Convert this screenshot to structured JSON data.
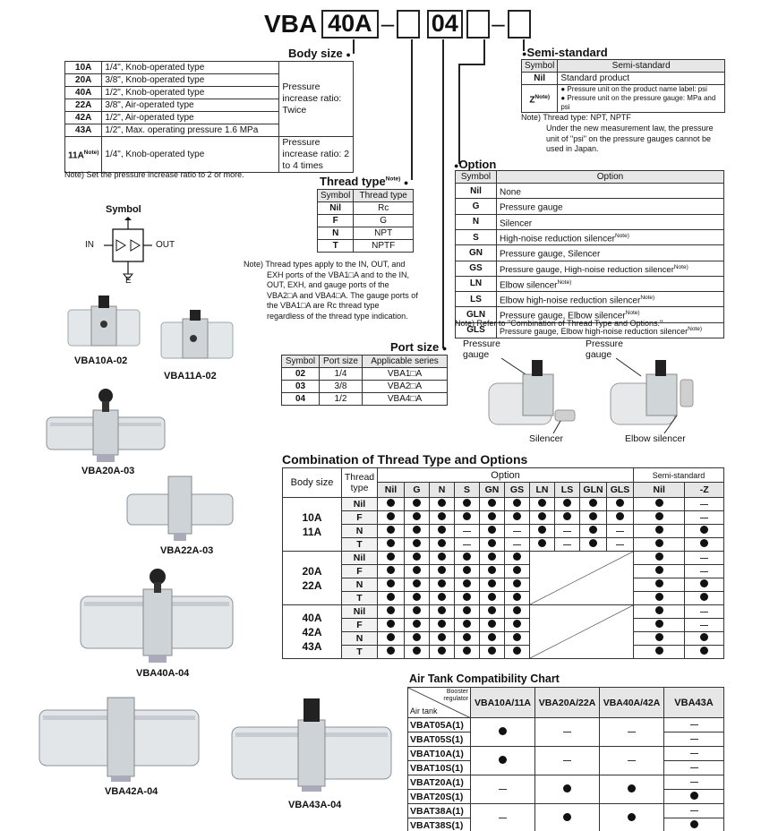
{
  "model_code": {
    "prefix": "VBA",
    "size": "40A",
    "dash1": "–",
    "port": "04",
    "dash2": "–"
  },
  "body_size": {
    "title": "Body size",
    "rows": [
      {
        "code": "10A",
        "desc": "1/4\", Knob-operated type"
      },
      {
        "code": "20A",
        "desc": "3/8\", Knob-operated type"
      },
      {
        "code": "40A",
        "desc": "1/2\", Knob-operated type"
      },
      {
        "code": "22A",
        "desc": "3/8\", Air-operated type"
      },
      {
        "code": "42A",
        "desc": "1/2\", Air-operated type"
      },
      {
        "code": "43A",
        "desc": "1/2\", Max. operating pressure 1.6 MPa"
      },
      {
        "code": "11A",
        "code_note": "Note)",
        "desc": "1/4\", Knob-operated type"
      }
    ],
    "ratio_twice": "Pressure increase ratio: Twice",
    "ratio_2to4": "Pressure increase ratio: 2 to 4 times",
    "note": "Note) Set the pressure increase ratio to 2 or more."
  },
  "semi_standard": {
    "title": "Semi-standard",
    "col_symbol": "Symbol",
    "col_desc": "Semi-standard",
    "rows": [
      {
        "symbol": "Nil",
        "desc": "Standard product"
      },
      {
        "symbol": "Z",
        "symbol_note": "Note)",
        "desc1": "● Pressure unit on the product name label: psi",
        "desc2": "● Pressure unit on the pressure gauge: MPa and psi"
      }
    ],
    "note1": "Note) Thread type: NPT, NPTF",
    "note2": "Under the new measurement law, the pressure unit of \"psi\" on the pressure gauges cannot be used in Japan."
  },
  "thread_type": {
    "title": "Thread type",
    "title_note": "Note)",
    "col_symbol": "Symbol",
    "col_type": "Thread type",
    "rows": [
      {
        "symbol": "Nil",
        "type": "Rc"
      },
      {
        "symbol": "F",
        "type": "G"
      },
      {
        "symbol": "N",
        "type": "NPT"
      },
      {
        "symbol": "T",
        "type": "NPTF"
      }
    ],
    "note": "Note) Thread types apply to the IN, OUT, and EXH ports of the VBA1□A and to the IN, OUT, EXH, and gauge ports of the VBA2□A and VBA4□A. The gauge ports of the VBA1□A are Rc thread type regardless of the thread type indication."
  },
  "option": {
    "title": "Option",
    "col_symbol": "Symbol",
    "col_option": "Option",
    "rows": [
      {
        "symbol": "Nil",
        "option": "None",
        "note": ""
      },
      {
        "symbol": "G",
        "option": "Pressure gauge",
        "note": ""
      },
      {
        "symbol": "N",
        "option": "Silencer",
        "note": ""
      },
      {
        "symbol": "S",
        "option": "High-noise reduction silencer",
        "note": "Note)"
      },
      {
        "symbol": "GN",
        "option": "Pressure gauge, Silencer",
        "note": ""
      },
      {
        "symbol": "GS",
        "option": "Pressure gauge, High-noise reduction silencer",
        "note": "Note)"
      },
      {
        "symbol": "LN",
        "option": "Elbow silencer",
        "note": "Note)"
      },
      {
        "symbol": "LS",
        "option": "Elbow high-noise reduction silencer",
        "note": "Note)"
      },
      {
        "symbol": "GLN",
        "option": "Pressure gauge, Elbow silencer",
        "note": "Note)"
      },
      {
        "symbol": "GLS",
        "option": "Pressure gauge, Elbow high-noise reduction silencer",
        "note": "Note)"
      }
    ],
    "note": "Note) Refer to \"Combination of Thread Type and Options.\""
  },
  "port_size": {
    "title": "Port size",
    "col_symbol": "Symbol",
    "col_size": "Port size",
    "col_series": "Applicable series",
    "rows": [
      {
        "symbol": "02",
        "size": "1/4",
        "series": "VBA1□A"
      },
      {
        "symbol": "03",
        "size": "3/8",
        "series": "VBA2□A"
      },
      {
        "symbol": "04",
        "size": "1/2",
        "series": "VBA4□A"
      }
    ]
  },
  "symbol_diagram": {
    "title": "Symbol",
    "in": "IN",
    "out": "OUT",
    "e": "E"
  },
  "product_labels": {
    "vba10a": "VBA10A-02",
    "vba11a": "VBA11A-02",
    "vba20a": "VBA20A-03",
    "vba22a": "VBA22A-03",
    "vba40a": "VBA40A-04",
    "vba42a": "VBA42A-04",
    "vba43a": "VBA43A-04"
  },
  "callouts": {
    "gauge1": "Pressure gauge",
    "gauge2": "Pressure gauge",
    "silencer": "Silencer",
    "elbow": "Elbow silencer"
  },
  "combination": {
    "title": "Combination of Thread Type and Options",
    "col_body": "Body size",
    "col_thread": "Thread type",
    "col_option": "Option",
    "col_semi": "Semi-standard",
    "option_cols": [
      "Nil",
      "G",
      "N",
      "S",
      "GN",
      "GS",
      "LN",
      "LS",
      "GLN",
      "GLS"
    ],
    "semi_cols": [
      "Nil",
      "-Z"
    ],
    "groups": [
      {
        "sizes": "10A\n11A",
        "rows": [
          {
            "t": "Nil",
            "v": "DDDDDDDDDDD-"
          },
          {
            "t": "F",
            "v": "DDDDDDDDDDD-"
          },
          {
            "t": "N",
            "v": "DDD-D-D-D-DD"
          },
          {
            "t": "T",
            "v": "DDD-D-D-D-DD"
          }
        ]
      },
      {
        "sizes": "20A\n22A",
        "rows": [
          {
            "t": "Nil",
            "v": "DDDDDD    D-"
          },
          {
            "t": "F",
            "v": "DDDDDD    D-"
          },
          {
            "t": "N",
            "v": "DDDDDD    DD"
          },
          {
            "t": "T",
            "v": "DDDDDD    DD"
          }
        ]
      },
      {
        "sizes": "40A\n42A\n43A",
        "rows": [
          {
            "t": "Nil",
            "v": "DDDDDD    D-"
          },
          {
            "t": "F",
            "v": "DDDDDD    D-"
          },
          {
            "t": "N",
            "v": "DDDDDD    DD"
          },
          {
            "t": "T",
            "v": "DDDDDD    DD"
          }
        ]
      }
    ]
  },
  "air_tank": {
    "title": "Air Tank Compatibility Chart",
    "corner_top": "Booster regulator",
    "corner_bottom": "Air tank",
    "cols": [
      "VBA10A/11A",
      "VBA20A/22A",
      "VBA40A/42A",
      "VBA43A"
    ],
    "tanks": [
      "VBAT05A(1)",
      "VBAT05S(1)",
      "VBAT10A(1)",
      "VBAT10S(1)",
      "VBAT20A(1)",
      "VBAT20S(1)",
      "VBAT38A(1)",
      "VBAT38S(1)"
    ]
  }
}
